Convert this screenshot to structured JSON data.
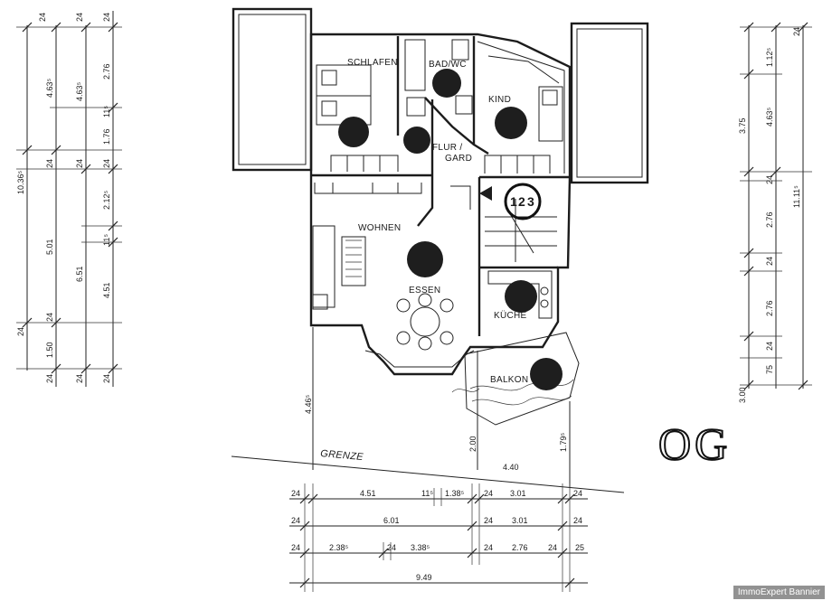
{
  "rooms": {
    "schlafen": "SCHLAFEN",
    "bad_wc": "BAD/WC",
    "kind": "KIND",
    "flur": "FLUR /",
    "gard": "GARD",
    "wohnen": "WOHNEN",
    "essen": "ESSEN",
    "kueche": "KÜCHE",
    "balkon": "BALKON"
  },
  "floor_label": "OG",
  "boundary_label": "GRENZE",
  "watermark": "ImmoExpert Bannier",
  "dims_left": {
    "col1": [
      "10.36⁵"
    ],
    "col2": [
      "4.63⁵",
      "5.01",
      "1.50"
    ],
    "col3": [
      "4.63⁵",
      "6.51"
    ],
    "col4": [
      "2.76",
      "11⁵",
      "1.76",
      "2.12⁵",
      "11⁵",
      "4.51"
    ],
    "marks24": [
      "24",
      "24",
      "24",
      "24",
      "24",
      "24",
      "24",
      "24",
      "24",
      "24",
      "24"
    ]
  },
  "dims_right": {
    "col1": [
      "1.12⁵",
      "3.75",
      "24",
      "2.76",
      "24",
      "2.76",
      "24",
      "75"
    ],
    "col2": [
      "4.63⁵"
    ],
    "col3": [
      "11.11⁵"
    ],
    "top24": "24"
  },
  "dims_bottom": {
    "row1": [
      "24",
      "4.51",
      "11⁵",
      "1.38⁵",
      "24",
      "3.01",
      "24"
    ],
    "row2": [
      "24",
      "6.01",
      "24",
      "3.01",
      "24"
    ],
    "row3": [
      "24",
      "2.38⁵",
      "24",
      "3.38⁵",
      "24",
      "2.76",
      "24",
      "25"
    ],
    "row4": [
      "9.49"
    ]
  },
  "dims_misc": {
    "d4465": "4.46⁵",
    "d200": "2.00",
    "d440": "4.40",
    "d179": "1.79⁵",
    "d300": "3.00"
  },
  "markers": [
    "1",
    "2",
    "3"
  ]
}
